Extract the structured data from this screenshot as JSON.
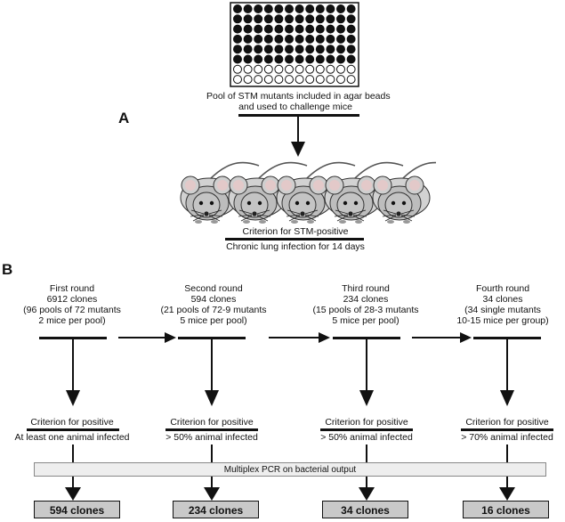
{
  "panel_a": {
    "label": "A",
    "plate_caption_line1": "Pool of STM mutants included in agar beads",
    "plate_caption_line2": "and used to challenge mice",
    "criterion_line1": "Criterion for STM-positive",
    "criterion_line2": "Chronic lung infection for 14 days"
  },
  "panel_b": {
    "label": "B",
    "rounds": [
      {
        "title": "First round",
        "clones": "6912 clones",
        "pools": "(96 pools of 72 mutants",
        "mice": "2 mice per pool)",
        "criterion": "Criterion for positive",
        "threshold": "At least one animal infected",
        "result": "594 clones"
      },
      {
        "title": "Second round",
        "clones": "594 clones",
        "pools": "(21 pools of 72-9 mutants",
        "mice": "5 mice per pool)",
        "criterion": "Criterion for positive",
        "threshold": "> 50% animal infected",
        "result": "234 clones"
      },
      {
        "title": "Third round",
        "clones": "234 clones",
        "pools": "(15 pools of 28-3 mutants",
        "mice": "5 mice per pool)",
        "criterion": "Criterion for positive",
        "threshold": "> 50% animal infected",
        "result": "34 clones"
      },
      {
        "title": "Fourth round",
        "clones": "34 clones",
        "pools": "(34 single mutants",
        "mice": "10-15 mice per group)",
        "criterion": "Criterion for positive",
        "threshold": "> 70% animal infected",
        "result": "16 clones"
      }
    ],
    "pcr_label": "Multiplex PCR on bacterial output"
  }
}
